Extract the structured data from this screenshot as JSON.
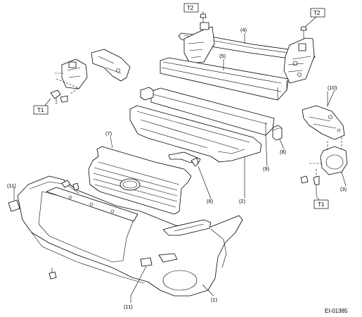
{
  "callouts": {
    "c1": "(1)",
    "c2": "(2)",
    "c3": "(3)",
    "c4": "(4)",
    "c5": "(5)",
    "c6": "(6)",
    "c7": "(7)",
    "c8": "(8)",
    "c9": "(9)",
    "c10": "(10)",
    "c11_left": "(11)",
    "c11_bottom": "(11)"
  },
  "torque_labels": {
    "t2_top_left": "T2",
    "t2_top_right": "T2",
    "t1_left": "T1",
    "t1_right": "T1"
  },
  "figure_ref": "EI-01385"
}
